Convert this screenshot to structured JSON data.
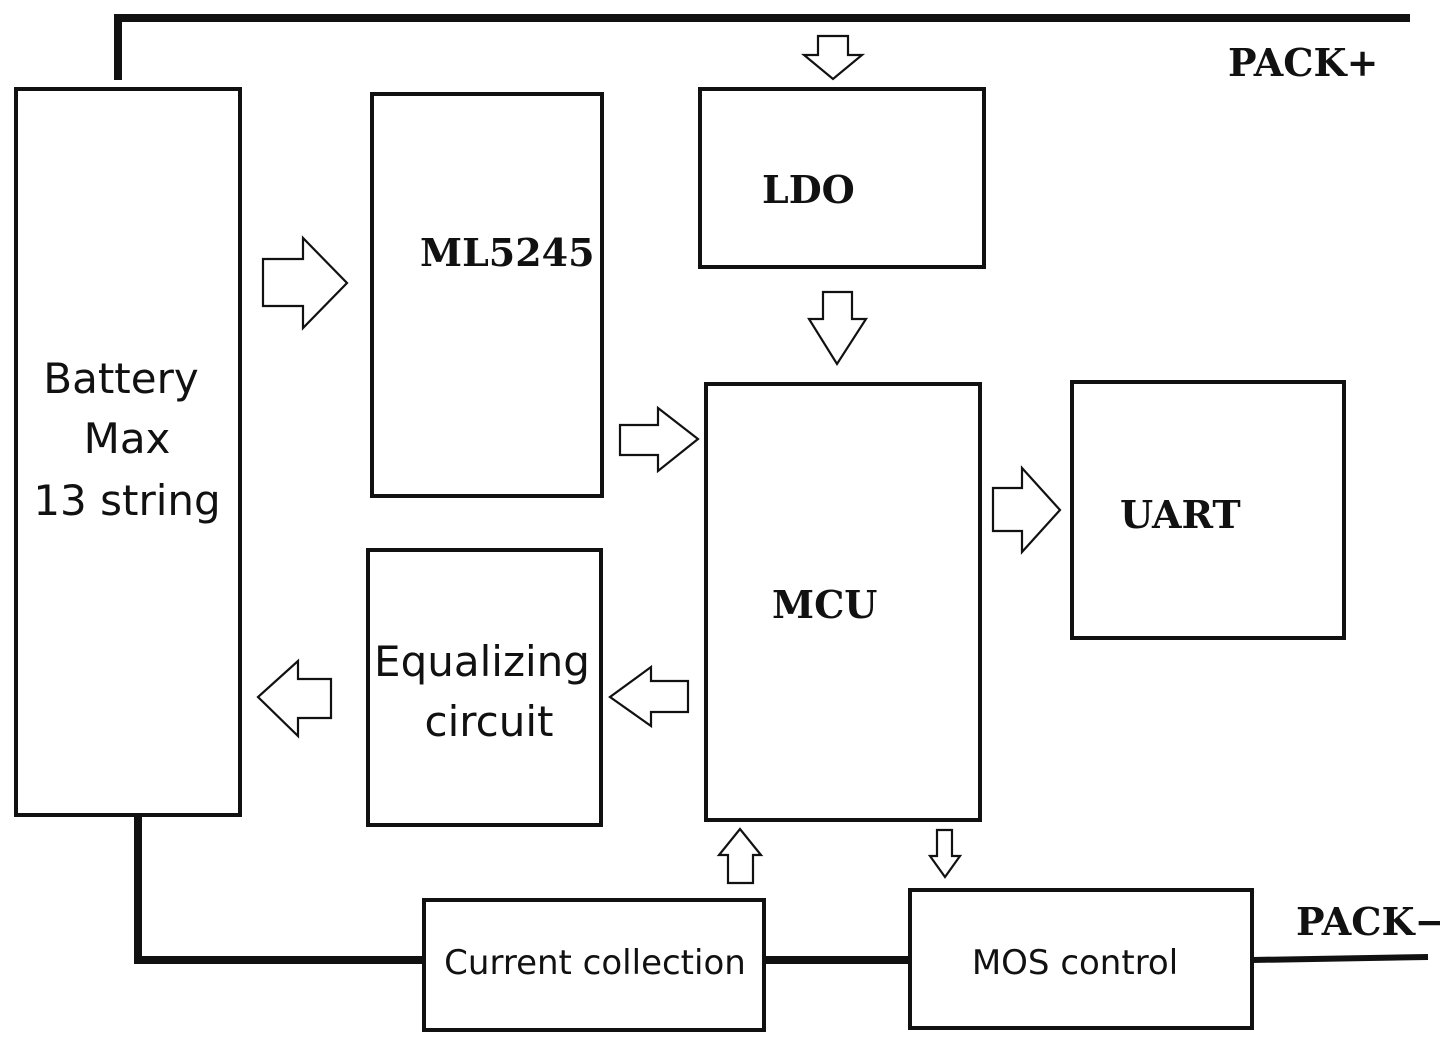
{
  "battery": {
    "line1": "Battery",
    "line2": "Max",
    "line3": "13 string"
  },
  "afe": {
    "label": "ML5245"
  },
  "ldo": {
    "label": "LDO"
  },
  "mcu": {
    "label": "MCU"
  },
  "uart": {
    "label": "UART"
  },
  "equalizer": {
    "line1": "Equalizing",
    "line2": "circuit"
  },
  "current": {
    "label": "Current collection"
  },
  "mos": {
    "label": "MOS control"
  },
  "terminals": {
    "pack_plus": "PACK+",
    "pack_minus": "PACK−"
  }
}
